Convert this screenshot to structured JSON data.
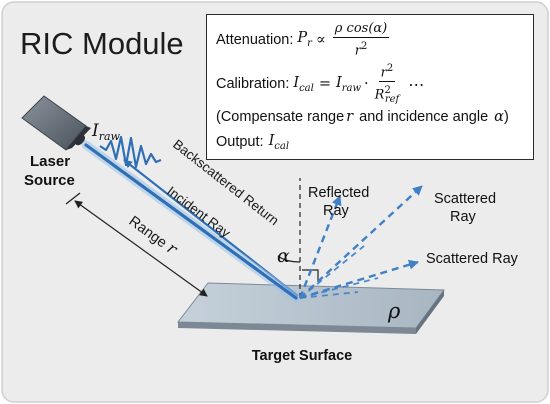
{
  "title": "RIC Module",
  "formulas": {
    "attenuation_label": "Attenuation:",
    "attenuation_lhs": "P",
    "attenuation_lhs_sub": "r",
    "attenuation_rel": "∝",
    "attenuation_num": "ρ cos(α)",
    "attenuation_den": "r",
    "attenuation_den_sup": "2",
    "calibration_label": "Calibration:",
    "calibration_lhs": "I",
    "calibration_lhs_sub": "cal",
    "calibration_eq": "=",
    "calibration_raw": "I",
    "calibration_raw_sub": "raw",
    "calibration_dot": "·",
    "calibration_num": "r",
    "calibration_num_sup": "2",
    "calibration_den": "R",
    "calibration_den_sup": "2",
    "calibration_den_sub": "ref",
    "calibration_ellipsis": "⋯",
    "compensate_note_prefix": "(Compensate range ",
    "compensate_note_r": "r",
    "compensate_note_mid": " and incidence angle ",
    "compensate_note_alpha": "α",
    "compensate_note_suffix": ")",
    "output_label": "Output:",
    "output_symbol": "I",
    "output_sub": "cal"
  },
  "labels": {
    "laser_line1": "Laser",
    "laser_line2": "Source",
    "iraw_symbol": "I",
    "iraw_sub": "raw",
    "backscattered": "Backscattered Return",
    "incident": "Incident Ray",
    "range_text": "Range",
    "range_symbol": "r",
    "alpha": "α",
    "reflected_line1": "Reflected",
    "reflected_line2": "Ray",
    "scattered1_line1": "Scattered",
    "scattered1_line2": "Ray",
    "scattered2": "Scattered Ray",
    "rho": "ρ",
    "target": "Target Surface"
  },
  "colors": {
    "background": "#ececec",
    "ray_blue": "#2f6fb6",
    "ray_glow": "#9cc3ea",
    "scatter_blue": "#3f80c6",
    "surface_top": "#b7c4cf",
    "surface_side": "#7c8894",
    "laser_body": "#5e6670"
  }
}
